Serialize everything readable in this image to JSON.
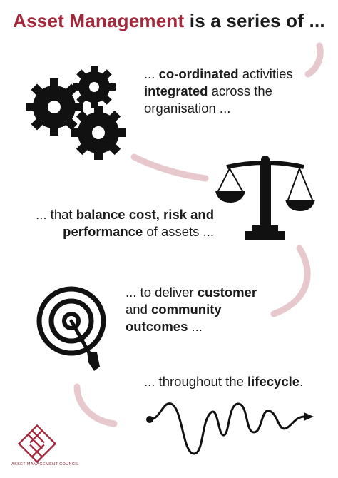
{
  "title": {
    "main": "Asset Management",
    "rest": " is a series of ..."
  },
  "blocks": {
    "b1": {
      "prefix": "... ",
      "bold1": "co-ordinated",
      "mid1": " activities ",
      "bold2": "integrated",
      "suffix": " across the organisation ..."
    },
    "b2": {
      "prefix": "... that ",
      "bold1": "balance cost, risk and performance",
      "suffix": " of assets ..."
    },
    "b3": {
      "prefix": "... to deliver ",
      "bold1": "customer",
      "mid1": " and ",
      "bold2": "community outcomes",
      "suffix": " ..."
    },
    "b4": {
      "prefix": "... throughout the ",
      "bold1": "lifecycle",
      "suffix": "."
    }
  },
  "logo": {
    "text": "ASSET MANAGEMENT COUNCIL"
  },
  "icons": [
    "gears-icon",
    "balance-scale-icon",
    "target-arrow-icon",
    "lifecycle-wave-icon",
    "logo-icon"
  ],
  "colors": {
    "accent": "#a3283c",
    "connector": "#e7c8cd",
    "ink": "#1a1a1a"
  }
}
